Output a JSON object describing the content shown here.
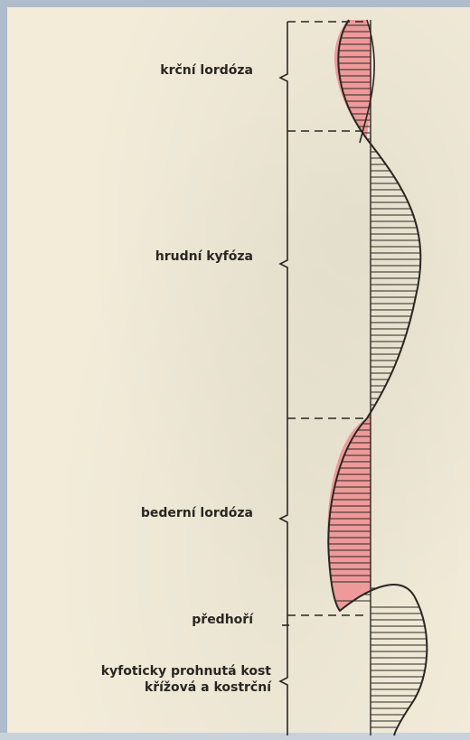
{
  "labels": {
    "cervical": "krční lordóza",
    "thoracic": "hrudní kyfóza",
    "lumbar": "bederní lordóza",
    "promontory": "předhoří",
    "sacral_line1": "kyfoticky prohnutá kost",
    "sacral_line2": "křížová a kostrční"
  },
  "colors": {
    "lordosis_fill": "#ee9a9a",
    "outline": "#2a2622",
    "paper": "#f2ecd9",
    "border": "#aebccb"
  }
}
